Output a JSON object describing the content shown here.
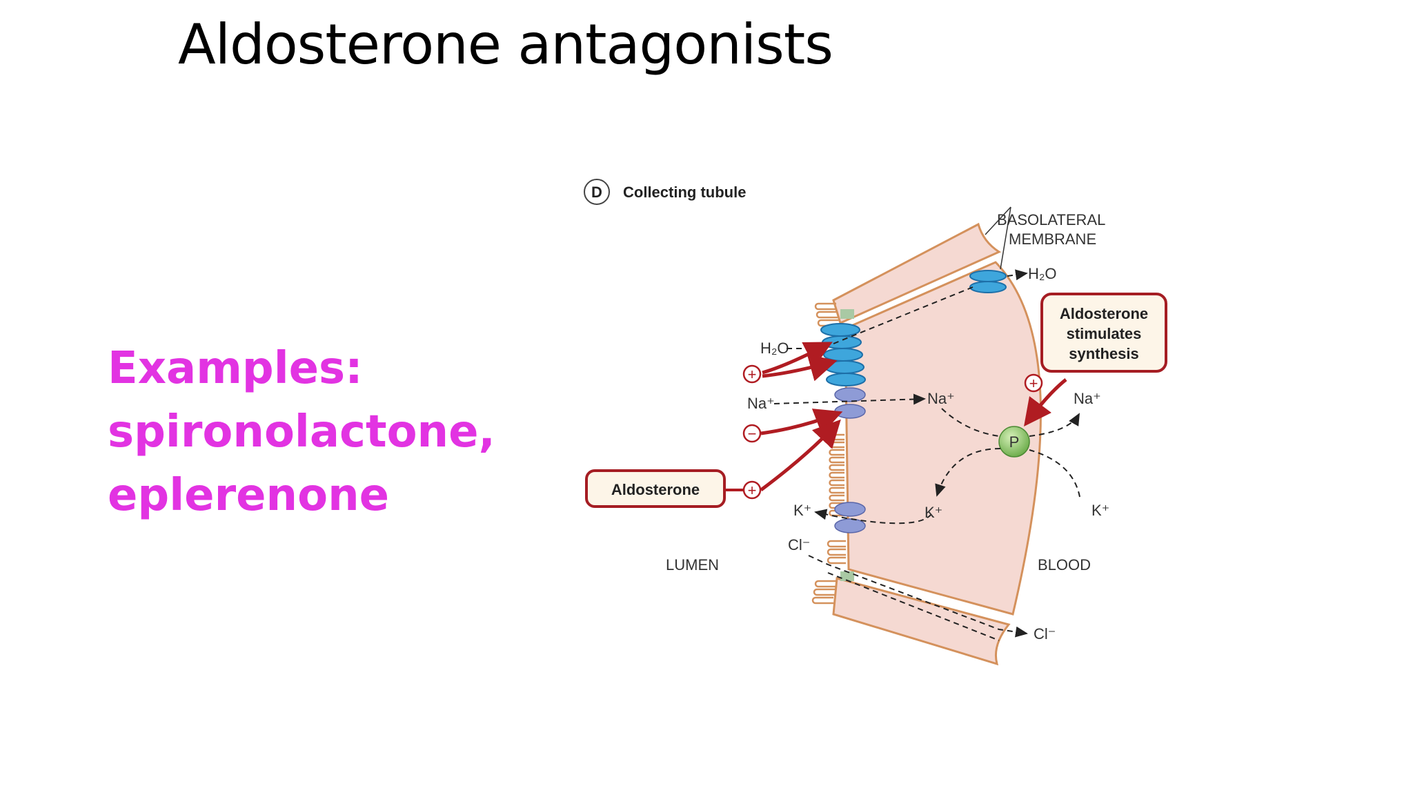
{
  "slide": {
    "title": "Aldosterone antagonists",
    "examples_heading": "Examples:",
    "examples_line1": "spironolactone,",
    "examples_line2": "eplerenone"
  },
  "diagram": {
    "panel_letter": "D",
    "panel_title": "Collecting tubule",
    "basolateral_line1": "BASOLATERAL",
    "basolateral_line2": "MEMBRANE",
    "aldo_box_line1": "Aldosterone",
    "aldo_box_line2": "stimulates",
    "aldo_box_line3": "synthesis",
    "aldosterone_box": "Aldosterone",
    "lumen": "LUMEN",
    "blood": "BLOOD",
    "pump_label": "P",
    "h2o_left": "H₂O",
    "h2o_right": "H₂O",
    "na_lumen": "Na⁺",
    "na_cell": "Na⁺",
    "na_blood": "Na⁺",
    "k_lumen": "K⁺",
    "k_cell": "K⁺",
    "k_blood": "K⁺",
    "cl_lumen": "Cl⁻",
    "cl_blood": "Cl⁻",
    "plus_sign": "+",
    "minus_sign": "−"
  },
  "colors": {
    "accent_magenta": "#e233e2",
    "cell_fill": "#f5d9d2",
    "membrane": "#d4915c",
    "arrow_red": "#b01c22",
    "channel_blue": "#3ea6dc",
    "channel_violet": "#8e9bd6",
    "pump_green": "#8fc86e"
  }
}
